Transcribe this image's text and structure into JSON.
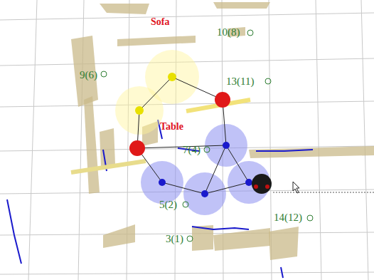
{
  "diagram": {
    "labels": [
      "Sofa",
      "10(8)",
      "9(6)",
      "13(11)",
      "Table",
      "7(4)",
      "5(2)",
      "14(12)",
      "3(1)"
    ]
  }
}
